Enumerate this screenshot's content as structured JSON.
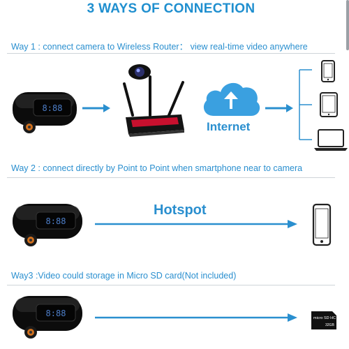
{
  "title": "3 WAYS OF CONNECTION",
  "way1": {
    "text": "Way 1 : connect camera to Wireless Router： view real-time video anywhere",
    "cloud_label": "Internet"
  },
  "way2": {
    "text": "Way 2 : connect directly by Point to Point when smartphone near to camera",
    "link_label": "Hotspot"
  },
  "way3": {
    "text": "Way3 :Video could storage in Micro SD card(Not included)",
    "sd_label": "micro SD HC",
    "sd_size": "32GB"
  },
  "colors": {
    "accent": "#2a8fcf",
    "clock_body": "#111111",
    "digits": "#4d7ec8",
    "router_red": "#c8102e",
    "cloud": "#3aa0e0"
  }
}
